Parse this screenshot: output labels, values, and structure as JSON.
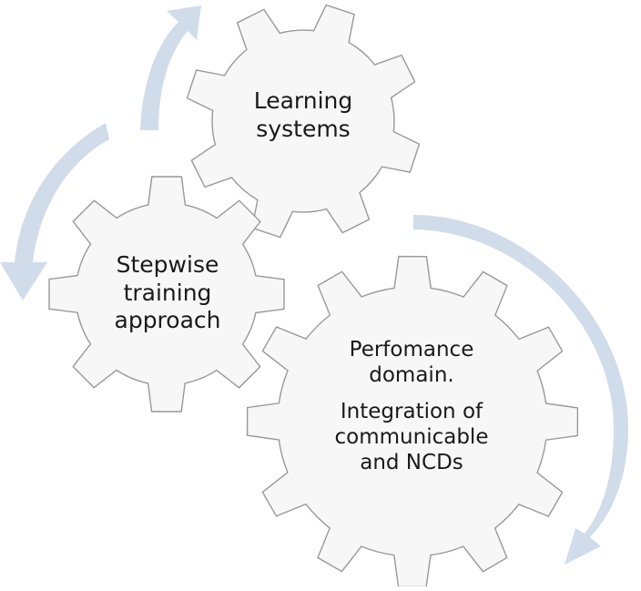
{
  "diagram": {
    "gears": [
      {
        "id": "learning-systems",
        "lines": [
          "Learning",
          "systems"
        ]
      },
      {
        "id": "stepwise-training",
        "lines": [
          "Stepwise",
          "training",
          "approach"
        ]
      },
      {
        "id": "performance-domain",
        "lines": [
          "Perfomance",
          "domain.",
          "Integration of",
          "communicable",
          "and NCDs"
        ]
      }
    ],
    "colors": {
      "gear_fill": "#f7f7f7",
      "gear_stroke": "#999999",
      "arrow_fill": "#c9d6e8",
      "text": "#1a1a1a"
    },
    "arrow_count": 3
  }
}
